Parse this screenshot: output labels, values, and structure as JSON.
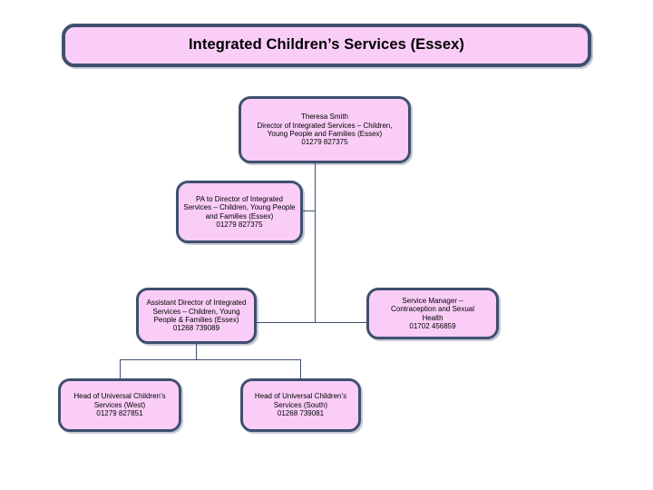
{
  "title": {
    "text": "Integrated Children’s Services (Essex)"
  },
  "colors": {
    "node_fill": "#FACDF7",
    "node_border": "#3F4F6F",
    "connector": "#3F4F6F",
    "background": "#FFFFFF",
    "text": "#000000"
  },
  "nodes": {
    "director": {
      "name": "Theresa Smith",
      "role_line1": "Director of Integrated Services – Children,",
      "role_line2": "Young People and Families (Essex)",
      "phone": "01279 827375"
    },
    "pa": {
      "role_line1": "PA to Director of Integrated",
      "role_line2": "Services – Children, Young People",
      "role_line3": "and Families (Essex)",
      "phone": "01279 827375"
    },
    "assistant_director": {
      "role_line1": "Assistant Director of Integrated",
      "role_line2": "Services – Children, Young",
      "role_line3": "People & Families (Essex)",
      "phone": "01268 739089"
    },
    "service_manager": {
      "role_line1": "Service Manager –",
      "role_line2": "Contraception and Sexual",
      "role_line3": "Health",
      "phone": "01702 456859"
    },
    "head_west": {
      "role_line1": "Head of Universal Children’s",
      "role_line2": "Services (West)",
      "phone": "01279 827851"
    },
    "head_south": {
      "role_line1": "Head of Universal Children’s",
      "role_line2": "Services (South)",
      "phone": "01268 739081"
    }
  }
}
